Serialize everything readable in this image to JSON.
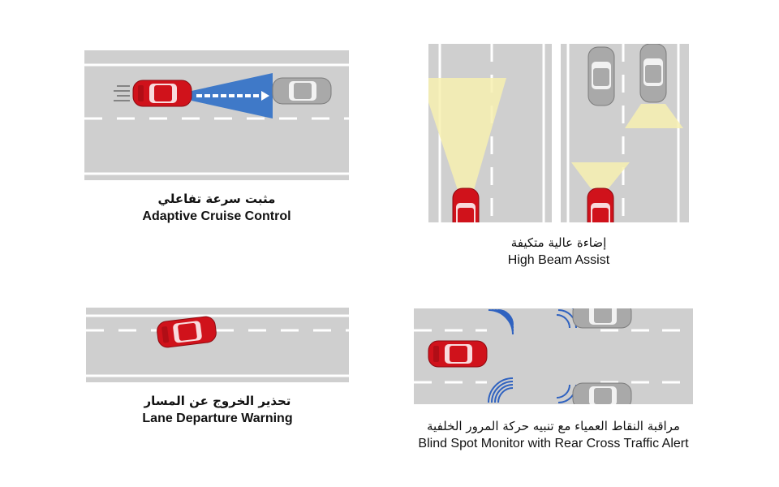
{
  "features": [
    {
      "id": "acc",
      "title_ar": "مثبت سرعة تفاعلي",
      "title_en": "Adaptive Cruise Control"
    },
    {
      "id": "hba",
      "title_ar": "إضاءة عالية متكيفة",
      "title_en": "High Beam Assist"
    },
    {
      "id": "ldw",
      "title_ar": "تحذير الخروج عن المسار",
      "title_en": "Lane Departure Warning"
    },
    {
      "id": "bsm",
      "title_ar": "مراقبة النقاط العمياء مع تنبيه حركة المرور الخلفية",
      "title_en": "Blind Spot Monitor with Rear Cross Traffic Alert"
    }
  ],
  "colors": {
    "road": "#cfcfcf",
    "lane_marking": "#ffffff",
    "host_car": "#d0121b",
    "other_car": "#a9a9a9",
    "radar_beam": "#2f6fc6",
    "headlight_beam": "#f7f0b0",
    "sensor_arc": "#2f62c0"
  }
}
